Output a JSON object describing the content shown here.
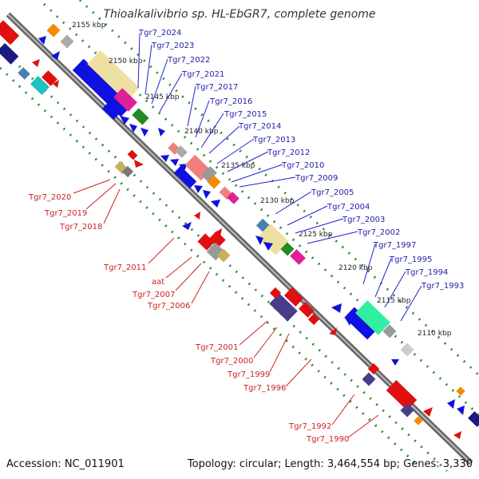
{
  "title": "Thioalkalivibrio sp. HL-EbGR7, complete genome",
  "accession": "Accession: NC_011901",
  "topology": "Topology: circular; Length: 3,464,554 bp; Genes: 3,330",
  "kbp_ticks": [
    "2155 kbp",
    "2150 kbp",
    "2145 kbp",
    "2140 kbp",
    "2135 kbp",
    "2130 kbp",
    "2125 kbp",
    "2120 kbp",
    "2115 kbp",
    "2110 kbp"
  ],
  "gene_labels_top": [
    "Tgr7_2024",
    "Tgr7_2023",
    "Tgr7_2022",
    "Tgr7_2021",
    "Tgr7_2017",
    "Tgr7_2016",
    "Tgr7_2015",
    "Tgr7_2014",
    "Tgr7_2013",
    "Tgr7_2012",
    "Tgr7_2010",
    "Tgr7_2009",
    "Tgr7_2005",
    "Tgr7_2004",
    "Tgr7_2003",
    "Tgr7_2002",
    "Tgr7_1997",
    "Tgr7_1995",
    "Tgr7_1994",
    "Tgr7_1993"
  ],
  "gene_labels_bottom": [
    "Tgr7_2020",
    "Tgr7_2019",
    "Tgr7_2018",
    "Tgr7_2011",
    "aat",
    "Tgr7_2007",
    "Tgr7_2006",
    "Tgr7_2001",
    "Tgr7_2000",
    "Tgr7_1999",
    "Tgr7_1996",
    "Tgr7_1992",
    "Tgr7_1990"
  ],
  "colors": {
    "label_top": "#2222aa",
    "label_bottom": "#cc2222",
    "backbone": "#888888",
    "dots": "#2e8b2e"
  }
}
